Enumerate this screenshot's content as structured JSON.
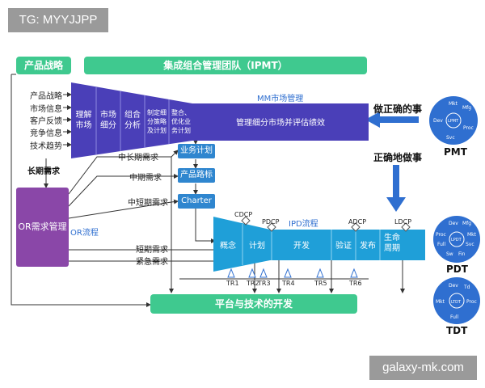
{
  "tag": "TG: MYYJJPP",
  "watermark": "galaxy-mk.com",
  "header": {
    "strategy": "产品战略",
    "ipmt": "集成组合管理团队（IPMT）"
  },
  "inputs": [
    "产品战略",
    "市场信息",
    "客户反馈",
    "竞争信息",
    "技术趋势"
  ],
  "long_term": "长期需求",
  "mm_steps": [
    "理解\n市场",
    "市场\n细分",
    "组合\n分析",
    "制定细\n分策略\n及计划",
    "整合、\n优化业\n务计划"
  ],
  "mm_title": "MM市场管理",
  "mm_bar": "管理细分市场并评估绩效",
  "right": {
    "do_right": "做正确的事",
    "do_correct": "正确地做事",
    "pmt": "PMT",
    "pdt": "PDT",
    "tdt": "TDT",
    "pmt_circle": [
      "Mkt",
      "Mfg",
      "Dev",
      "LPMT",
      "Proc",
      "Svc"
    ],
    "pdt_circle": [
      "Dev",
      "Mfg",
      "Proc",
      "LPDT",
      "Full",
      "Svc",
      "Fin",
      "Mkt",
      "Sw"
    ],
    "tdt_circle": [
      "Dev",
      "Td",
      "Mkt",
      "LTDT",
      "Proc",
      "Full"
    ]
  },
  "demands": {
    "mid_long": "中长期需求",
    "mid": "中期需求",
    "mid_short": "中短期需求",
    "short": "短期需求",
    "urgent": "紧急需求"
  },
  "plans": [
    "业务计划",
    "产品路标",
    "Charter"
  ],
  "or": {
    "box": "OR需求管理",
    "flow": "OR流程"
  },
  "ipd": {
    "title": "IPD流程",
    "phases": [
      "概念",
      "计划",
      "开发",
      "验证",
      "发布",
      "生命\n周期"
    ],
    "gates": [
      "CDCP",
      "PDCP",
      "ADCP",
      "LDCP"
    ],
    "trs": [
      "TR1",
      "TR2",
      "TR3",
      "TR4",
      "TR5",
      "TR6"
    ]
  },
  "platform": "平台与技术的开发",
  "colors": {
    "green": "#3fc98f",
    "purple": "#8a47a8",
    "mm_blue": "#4a3fb8",
    "ipd_blue": "#1f9fd8",
    "arrow_blue": "#2f6fd0"
  }
}
